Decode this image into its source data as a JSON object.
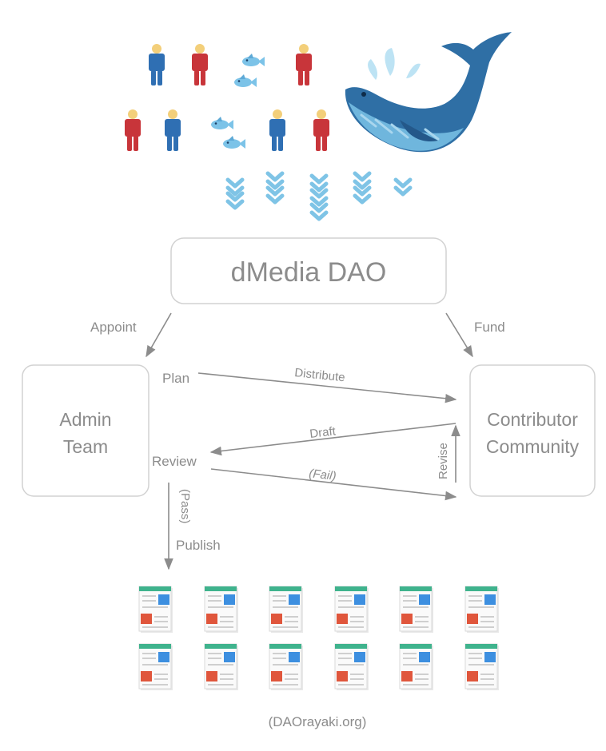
{
  "title_box": "dMedia DAO",
  "edges": {
    "appoint": "Appoint",
    "fund": "Fund",
    "distribute": "Distribute",
    "draft": "Draft",
    "fail": "(Fail)",
    "revise": "Revise",
    "pass": "(Pass)",
    "publish": "Publish"
  },
  "nodes": {
    "admin_line1": "Admin",
    "admin_line2": "Team",
    "contributor_line1": "Contributor",
    "contributor_line2": "Community",
    "plan": "Plan",
    "review": "Review"
  },
  "credit": "(DAOrayaki.org)",
  "icons": {
    "person": "person-icon",
    "fish": "fish-icon",
    "whale": "whale-icon",
    "chevron": "double-chevron-down-icon",
    "article": "article-icon"
  },
  "colors": {
    "blue_person": "#2f6fb3",
    "red_person": "#c8353a",
    "skin": "#f3cf7a",
    "fish": "#7cc3e8",
    "whale_dark": "#2f6fa5",
    "whale_belly": "#6fb6dd",
    "chevron": "#7fc4e6",
    "article_green": "#3fb38d",
    "article_blue": "#3d8fe0",
    "article_red": "#e0563c",
    "arrow": "#8c8c8c",
    "box_border": "#d2d2d2"
  }
}
